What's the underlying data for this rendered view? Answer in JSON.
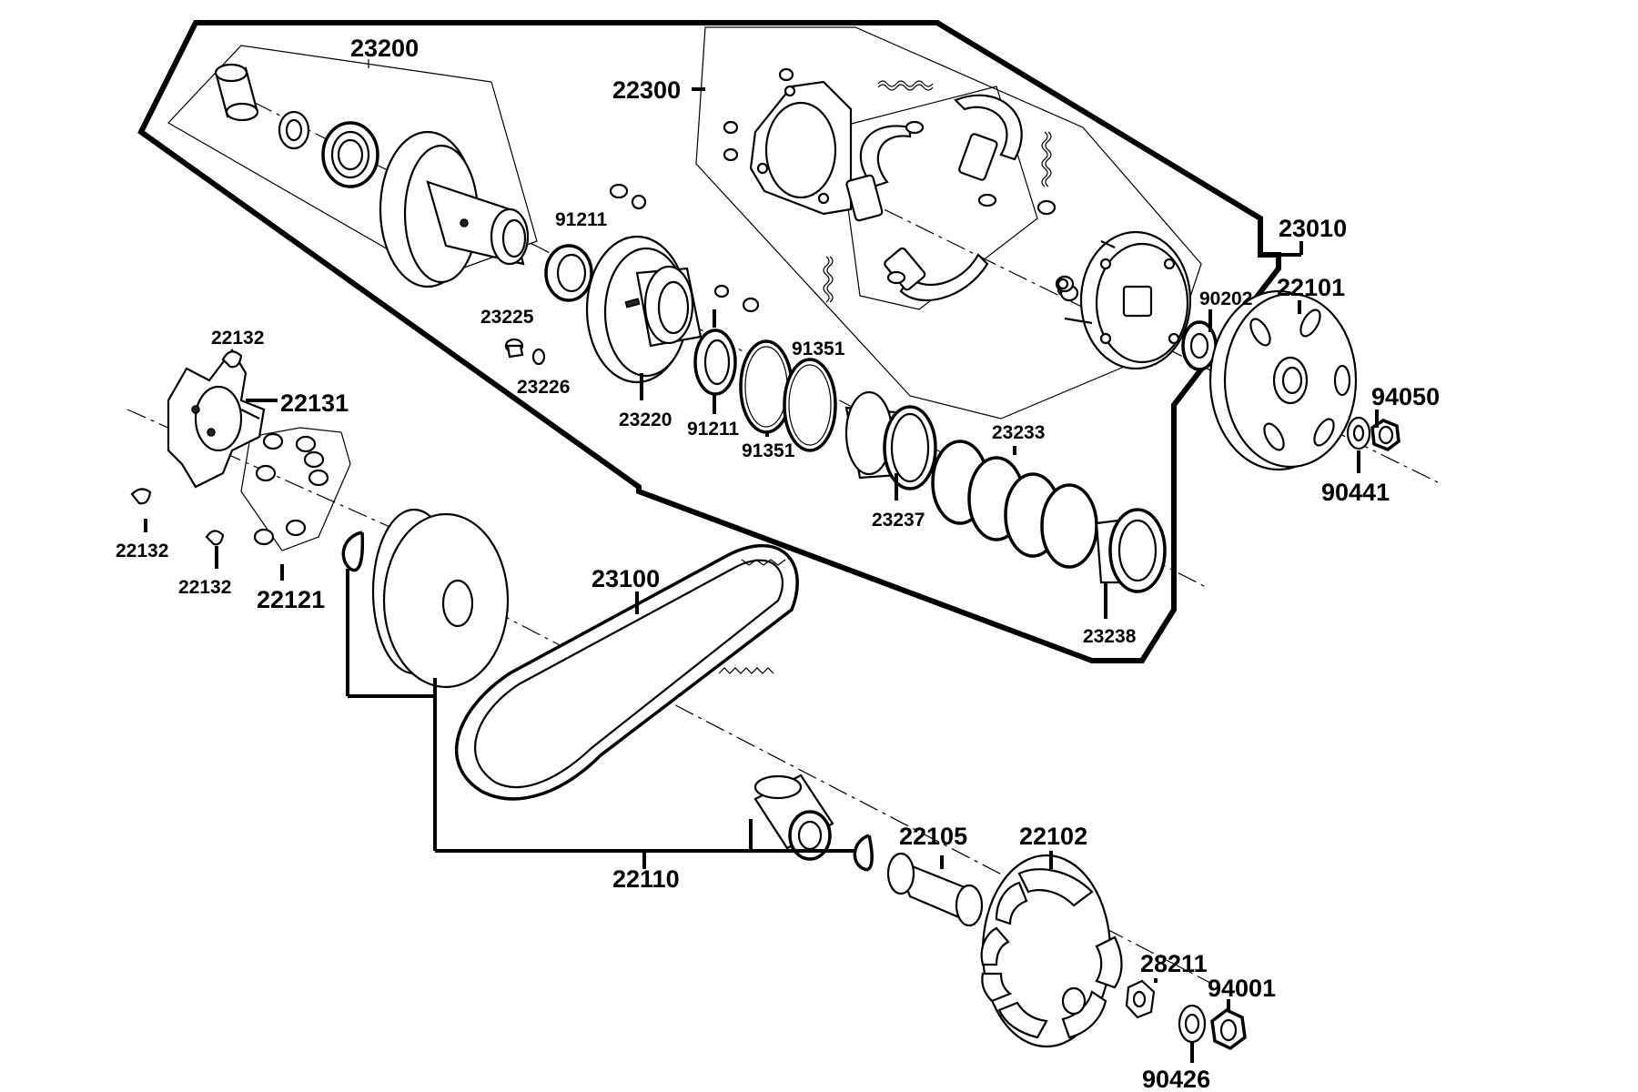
{
  "labels": {
    "l23200": "23200",
    "l22300": "22300",
    "l23010": "23010",
    "l22101": "22101",
    "l90202": "90202",
    "l91211a": "91211",
    "l91211b": "91211",
    "l91351a": "91351",
    "l91351b": "91351",
    "l23225": "23225",
    "l23226": "23226",
    "l23220": "23220",
    "l23233": "23233",
    "l23237": "23237",
    "l23238": "23238",
    "l94050": "94050",
    "l90441": "90441",
    "l22132a": "22132",
    "l22132b": "22132",
    "l22132c": "22132",
    "l22131": "22131",
    "l22121": "22121",
    "l23100": "23100",
    "l22110": "22110",
    "l22105": "22105",
    "l22102": "22102",
    "l28211": "28211",
    "l94001": "94001",
    "l90426": "90426"
  }
}
